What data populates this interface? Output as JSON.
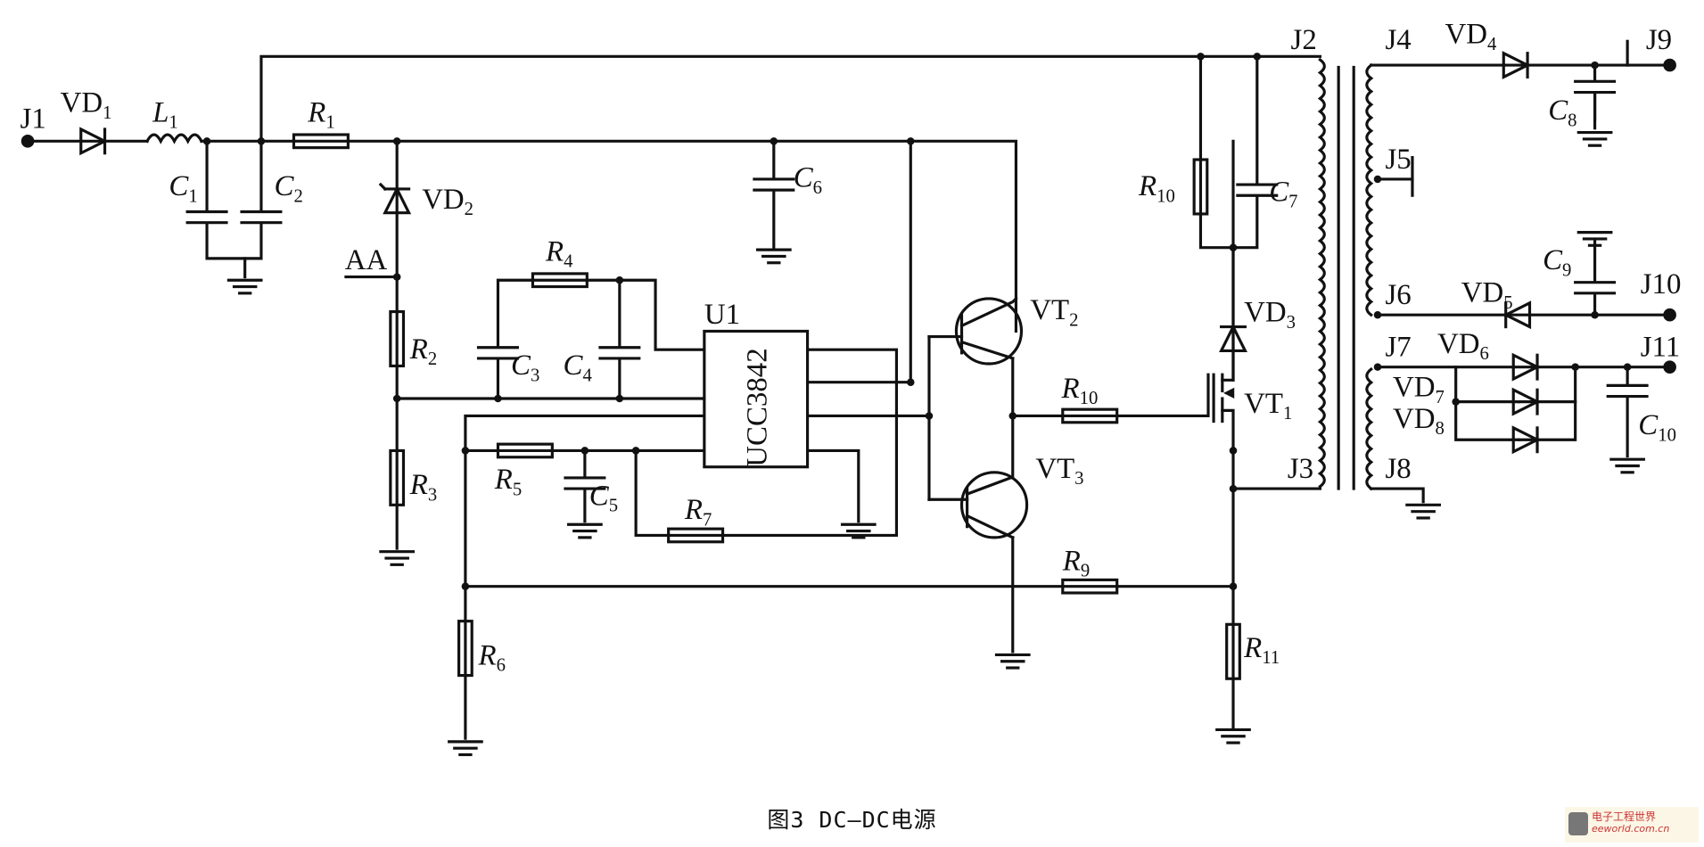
{
  "caption": "图3   DC—DC电源",
  "watermark": {
    "line1": "电子工程世界",
    "line2": "eeworld.com.cn"
  },
  "components": [
    {
      "id": "J1",
      "main": "J1",
      "sub": ""
    },
    {
      "id": "VD1",
      "main": "VD",
      "sub": "1"
    },
    {
      "id": "L1",
      "main": "L",
      "sub": "1",
      "italic": true
    },
    {
      "id": "C1",
      "main": "C",
      "sub": "1",
      "italic": true
    },
    {
      "id": "C2",
      "main": "C",
      "sub": "2",
      "italic": true
    },
    {
      "id": "R1",
      "main": "R",
      "sub": "1",
      "italic": true
    },
    {
      "id": "VD2",
      "main": "VD",
      "sub": "2"
    },
    {
      "id": "AA",
      "main": "AA",
      "sub": ""
    },
    {
      "id": "R2",
      "main": "R",
      "sub": "2",
      "italic": true
    },
    {
      "id": "R3",
      "main": "R",
      "sub": "3",
      "italic": true
    },
    {
      "id": "R4",
      "main": "R",
      "sub": "4",
      "italic": true
    },
    {
      "id": "C3",
      "main": "C",
      "sub": "3",
      "italic": true
    },
    {
      "id": "C4",
      "main": "C",
      "sub": "4",
      "italic": true
    },
    {
      "id": "C6",
      "main": "C",
      "sub": "6",
      "italic": true
    },
    {
      "id": "U1",
      "main": "U1",
      "sub": ""
    },
    {
      "id": "R5",
      "main": "R",
      "sub": "5",
      "italic": true
    },
    {
      "id": "C5",
      "main": "C",
      "sub": "5",
      "italic": true
    },
    {
      "id": "R7",
      "main": "R",
      "sub": "7",
      "italic": true
    },
    {
      "id": "R6",
      "main": "R",
      "sub": "6",
      "italic": true
    },
    {
      "id": "VT2",
      "main": "VT",
      "sub": "2"
    },
    {
      "id": "VT3",
      "main": "VT",
      "sub": "3"
    },
    {
      "id": "R10a",
      "main": "R",
      "sub": "10",
      "italic": true
    },
    {
      "id": "R9",
      "main": "R",
      "sub": "9",
      "italic": true
    },
    {
      "id": "R11",
      "main": "R",
      "sub": "11",
      "italic": true
    },
    {
      "id": "R10b",
      "main": "R",
      "sub": "10",
      "italic": true
    },
    {
      "id": "C7",
      "main": "C",
      "sub": "7",
      "italic": true
    },
    {
      "id": "VD3",
      "main": "VD",
      "sub": "3"
    },
    {
      "id": "VT1",
      "main": "VT",
      "sub": "1"
    },
    {
      "id": "J2",
      "main": "J2",
      "sub": ""
    },
    {
      "id": "J3",
      "main": "J3",
      "sub": ""
    },
    {
      "id": "J4",
      "main": "J4",
      "sub": ""
    },
    {
      "id": "J5",
      "main": "J5",
      "sub": ""
    },
    {
      "id": "J6",
      "main": "J6",
      "sub": ""
    },
    {
      "id": "J7",
      "main": "J7",
      "sub": ""
    },
    {
      "id": "J8",
      "main": "J8",
      "sub": ""
    },
    {
      "id": "J9",
      "main": "J9",
      "sub": ""
    },
    {
      "id": "J10",
      "main": "J10",
      "sub": ""
    },
    {
      "id": "J11",
      "main": "J11",
      "sub": ""
    },
    {
      "id": "VD4",
      "main": "VD",
      "sub": "4"
    },
    {
      "id": "C8",
      "main": "C",
      "sub": "8",
      "italic": true
    },
    {
      "id": "VD5",
      "main": "VD",
      "sub": "5"
    },
    {
      "id": "C9",
      "main": "C",
      "sub": "9",
      "italic": true
    },
    {
      "id": "VD6",
      "main": "VD",
      "sub": "6"
    },
    {
      "id": "VD7",
      "main": "VD",
      "sub": "7"
    },
    {
      "id": "VD8",
      "main": "VD",
      "sub": "8"
    },
    {
      "id": "C10",
      "main": "C",
      "sub": "10",
      "italic": true
    }
  ],
  "ic": {
    "part": "UCC3842"
  }
}
